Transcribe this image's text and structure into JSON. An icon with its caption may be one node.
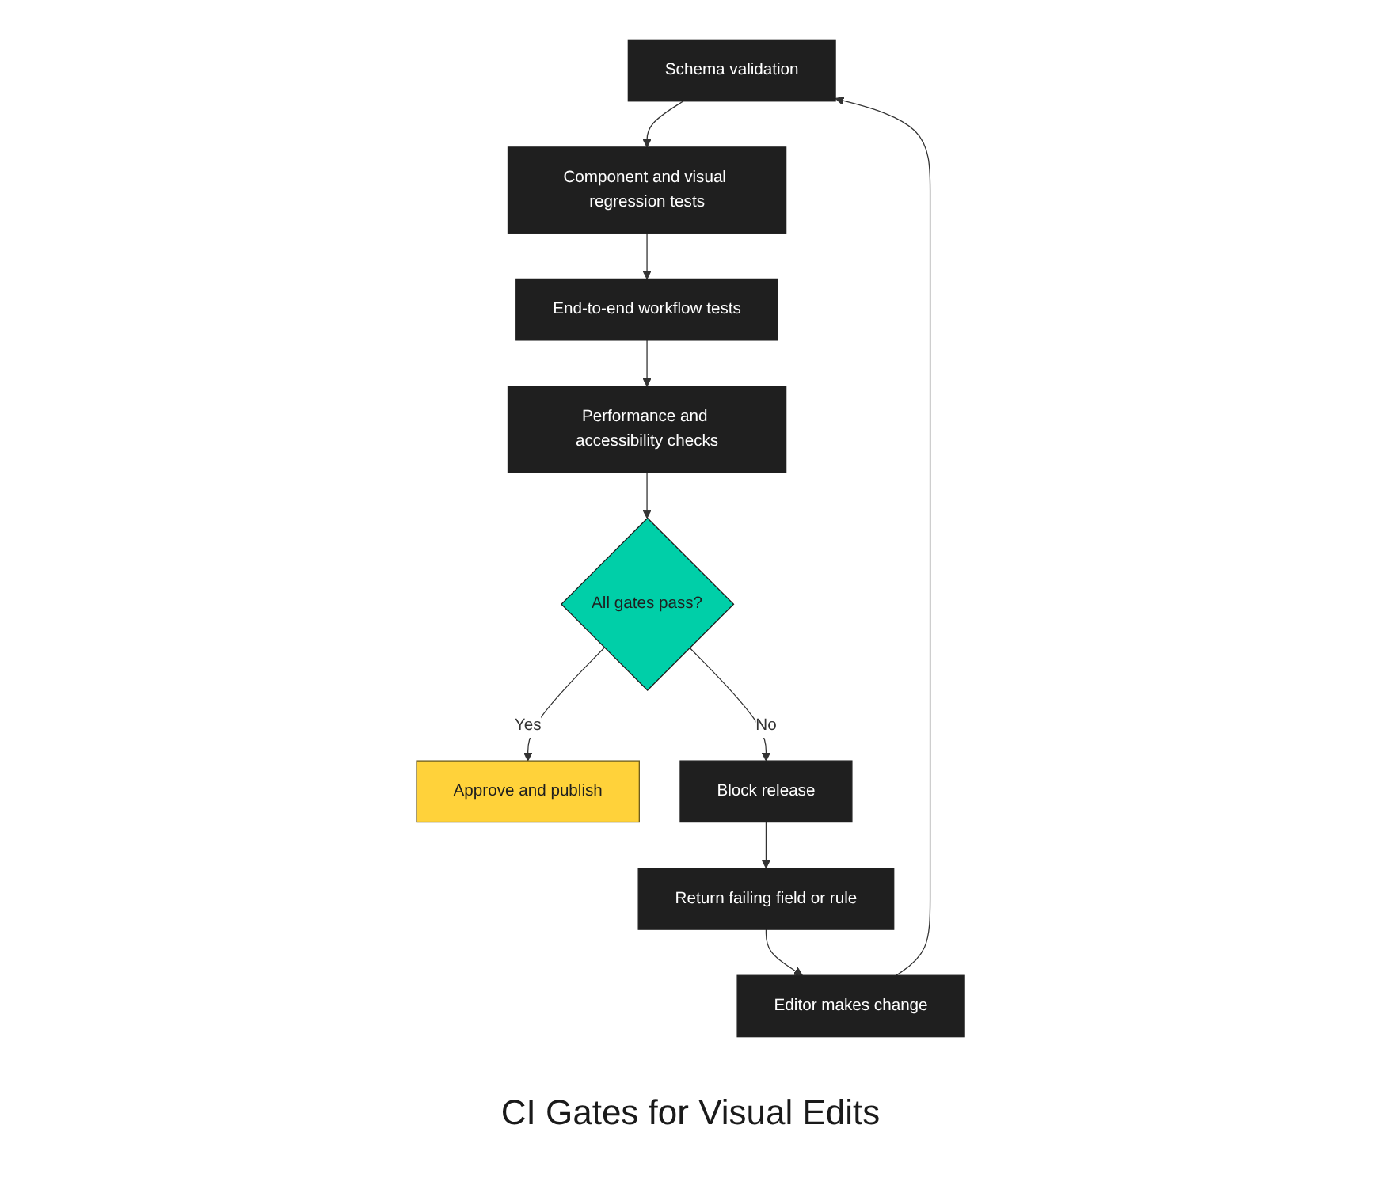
{
  "diagram": {
    "caption": "CI Gates for Visual Edits",
    "nodes": [
      {
        "text": [
          "Schema validation"
        ]
      },
      {
        "text": [
          "Component and visual regression tests"
        ]
      },
      {
        "text": [
          "End-to-end workflow tests"
        ]
      },
      {
        "text": [
          "Performance and accessibility checks"
        ]
      },
      {
        "text": [
          "All gates pass?"
        ]
      },
      {
        "text": [
          "Approve and publish"
        ]
      },
      {
        "text": [
          "Block release"
        ]
      },
      {
        "text": [
          "Return failing field or rule"
        ]
      },
      {
        "text": [
          "Editor makes change"
        ]
      }
    ],
    "edges": [
      {
        "from": 0,
        "to": 1,
        "arrow": "to"
      },
      {
        "from": 1,
        "to": 2,
        "arrow": "to"
      },
      {
        "from": 2,
        "to": 3,
        "arrow": "to"
      },
      {
        "from": 3,
        "to": 4,
        "arrow": "to"
      },
      {
        "from": 4,
        "to": 5,
        "label": "Yes",
        "arrow": "to"
      },
      {
        "from": 4,
        "to": 6,
        "label": "No",
        "arrow": "to"
      },
      {
        "from": 6,
        "to": 7,
        "arrow": "to"
      },
      {
        "from": 7,
        "to": 8,
        "arrow": "to"
      },
      {
        "from": 8,
        "to": 0,
        "arrow": "to"
      }
    ]
  }
}
